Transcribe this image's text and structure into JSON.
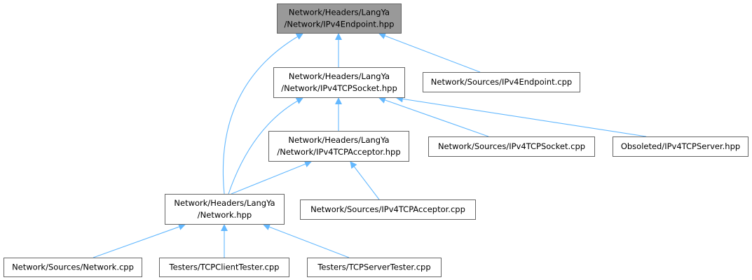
{
  "graph": {
    "edge_color": "#63b8ff",
    "root_fill": "#999999",
    "node_border": "#666666",
    "nodes": [
      {
        "id": "ipv4endpoint_hpp",
        "lines": [
          "Network/Headers/LangYa",
          "/Network/IPv4Endpoint.hpp"
        ],
        "highlight": true
      },
      {
        "id": "ipv4tcpsocket_hpp",
        "lines": [
          "Network/Headers/LangYa",
          "/Network/IPv4TCPSocket.hpp"
        ]
      },
      {
        "id": "ipv4endpoint_cpp",
        "lines": [
          "Network/Sources/IPv4Endpoint.cpp"
        ]
      },
      {
        "id": "ipv4tcpacceptor_hpp",
        "lines": [
          "Network/Headers/LangYa",
          "/Network/IPv4TCPAcceptor.hpp"
        ]
      },
      {
        "id": "ipv4tcpsocket_cpp",
        "lines": [
          "Network/Sources/IPv4TCPSocket.cpp"
        ]
      },
      {
        "id": "ipv4tcpserver_hpp",
        "lines": [
          "Obsoleted/IPv4TCPServer.hpp"
        ]
      },
      {
        "id": "network_hpp",
        "lines": [
          "Network/Headers/LangYa",
          "/Network.hpp"
        ]
      },
      {
        "id": "ipv4tcpacceptor_cpp",
        "lines": [
          "Network/Sources/IPv4TCPAcceptor.cpp"
        ]
      },
      {
        "id": "network_cpp",
        "lines": [
          "Network/Sources/Network.cpp"
        ]
      },
      {
        "id": "tcpclienttester_cpp",
        "lines": [
          "Testers/TCPClientTester.cpp"
        ]
      },
      {
        "id": "tcpservertester_cpp",
        "lines": [
          "Testers/TCPServerTester.cpp"
        ]
      }
    ],
    "edges": [
      {
        "from": "ipv4tcpsocket_hpp",
        "to": "ipv4endpoint_hpp"
      },
      {
        "from": "ipv4endpoint_cpp",
        "to": "ipv4endpoint_hpp"
      },
      {
        "from": "network_hpp",
        "to": "ipv4endpoint_hpp"
      },
      {
        "from": "ipv4tcpacceptor_hpp",
        "to": "ipv4tcpsocket_hpp"
      },
      {
        "from": "ipv4tcpsocket_cpp",
        "to": "ipv4tcpsocket_hpp"
      },
      {
        "from": "ipv4tcpserver_hpp",
        "to": "ipv4tcpsocket_hpp"
      },
      {
        "from": "network_hpp",
        "to": "ipv4tcpsocket_hpp"
      },
      {
        "from": "network_hpp",
        "to": "ipv4tcpacceptor_hpp"
      },
      {
        "from": "ipv4tcpacceptor_cpp",
        "to": "ipv4tcpacceptor_hpp"
      },
      {
        "from": "network_cpp",
        "to": "network_hpp"
      },
      {
        "from": "tcpclienttester_cpp",
        "to": "network_hpp"
      },
      {
        "from": "tcpservertester_cpp",
        "to": "network_hpp"
      }
    ]
  }
}
